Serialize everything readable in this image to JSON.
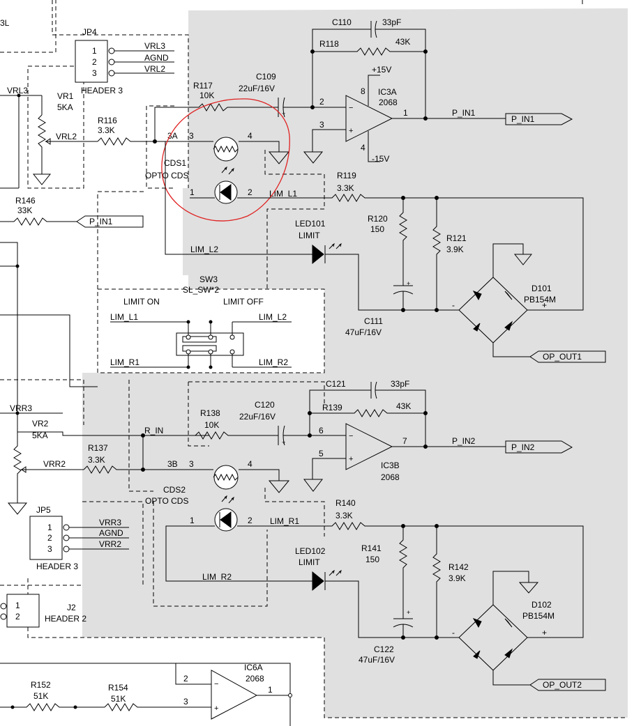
{
  "schematic": {
    "colors": {
      "shade": "#e0e0e0",
      "wire": "#000000",
      "annotation_circle": "#e02020"
    },
    "headers": {
      "jp4": {
        "ref": "JP4",
        "pins": [
          "1",
          "2",
          "3"
        ],
        "nets": [
          "VRL3",
          "AGND",
          "VRL2"
        ],
        "label": "HEADER 3"
      },
      "jp5": {
        "ref": "JP5",
        "pins": [
          "1",
          "2",
          "3"
        ],
        "nets": [
          "VRR3",
          "AGND",
          "VRR2"
        ],
        "label": "HEADER 3"
      },
      "j2": {
        "ref": "J2",
        "pins": [
          "1",
          "2"
        ],
        "label": "HEADER 2"
      }
    },
    "pots": {
      "vr1": {
        "ref": "VR1",
        "value": "5KA",
        "net_top": "VRL3",
        "net_wiper": "VRL2"
      },
      "vr2": {
        "ref": "VR2",
        "value": "5KA",
        "net_top": "VRR3",
        "net_wiper": "VRR2"
      }
    },
    "resistors": {
      "r116": {
        "ref": "R116",
        "value": "3.3K"
      },
      "r117": {
        "ref": "R117",
        "value": "10K"
      },
      "r118": {
        "ref": "R118",
        "value": "43K"
      },
      "r119": {
        "ref": "R119",
        "value": "3.3K"
      },
      "r120": {
        "ref": "R120",
        "value": "150"
      },
      "r121": {
        "ref": "R121",
        "value": "3.9K"
      },
      "r146": {
        "ref": "R146",
        "value": "33K"
      },
      "r137": {
        "ref": "R137",
        "value": "3.3K"
      },
      "r138": {
        "ref": "R138",
        "value": "10K"
      },
      "r139": {
        "ref": "R139",
        "value": "43K"
      },
      "r140": {
        "ref": "R140",
        "value": "3.3K"
      },
      "r141": {
        "ref": "R141",
        "value": "150"
      },
      "r142": {
        "ref": "R142",
        "value": "3.9K"
      },
      "r152": {
        "ref": "R152",
        "value": "51K"
      },
      "r154": {
        "ref": "R154",
        "value": "51K"
      }
    },
    "capacitors": {
      "c109": {
        "ref": "C109",
        "value": "22uF/16V"
      },
      "c110": {
        "ref": "C110",
        "value": "33pF"
      },
      "c111": {
        "ref": "C111",
        "value": "47uF/16V"
      },
      "c120": {
        "ref": "C120",
        "value": "22uF/16V"
      },
      "c121": {
        "ref": "C121",
        "value": "33pF"
      },
      "c122": {
        "ref": "C122",
        "value": "47uF/16V"
      }
    },
    "opamps": {
      "ic3a": {
        "ref": "IC3A",
        "part": "2068",
        "pin_inv": "2",
        "pin_noninv": "3",
        "pin_out": "1",
        "pin_vplus": "8",
        "pin_vminus": "4",
        "vplus": "+15V",
        "vminus": "-15V"
      },
      "ic3b": {
        "ref": "IC3B",
        "part": "2068",
        "pin_inv": "6",
        "pin_noninv": "5",
        "pin_out": "7"
      },
      "ic6a": {
        "ref": "IC6A",
        "part": "2068",
        "pin_inv": "2",
        "pin_noninv": "3",
        "pin_out": "1"
      }
    },
    "optos": {
      "cds1": {
        "ref": "CDS1",
        "label": "OPTO CDS",
        "node": "3A",
        "pins": [
          "3",
          "4",
          "1",
          "2"
        ]
      },
      "cds2": {
        "ref": "CDS2",
        "label": "OPTO CDS",
        "node": "3B",
        "pins": [
          "3",
          "4",
          "1",
          "2"
        ]
      }
    },
    "leds": {
      "led101": {
        "ref": "LED101",
        "label": "LIMIT"
      },
      "led102": {
        "ref": "LED102",
        "label": "LIMIT"
      }
    },
    "bridges": {
      "d101": {
        "ref": "D101",
        "part": "PB154M",
        "minus": "-",
        "plus": "+"
      },
      "d102": {
        "ref": "D102",
        "part": "PB154M",
        "minus": "-",
        "plus": "+"
      }
    },
    "switch": {
      "ref": "SW3",
      "part": "SL_SW*2",
      "left_title": "LIMIT ON",
      "right_title": "LIMIT OFF",
      "nets": [
        "LIM_L1",
        "LIM_L2",
        "LIM_R1",
        "LIM_R2"
      ]
    },
    "nets": {
      "lim_l1": "LIM_L1",
      "lim_l2": "LIM_L2",
      "lim_r1": "LIM_R1",
      "lim_r2": "LIM_R2",
      "r_in": "R_IN",
      "p_in1": "P_IN1",
      "p_in2": "P_IN2",
      "op_out1": "OP_OUT1",
      "op_out2": "OP_OUT2",
      "corner_label": "3L"
    },
    "ports": {
      "p_in1_out": "P_IN1",
      "p_in1_in": "P_IN1",
      "p_in2_out": "P_IN2",
      "op_out1": "OP_OUT1",
      "op_out2": "OP_OUT2"
    }
  }
}
